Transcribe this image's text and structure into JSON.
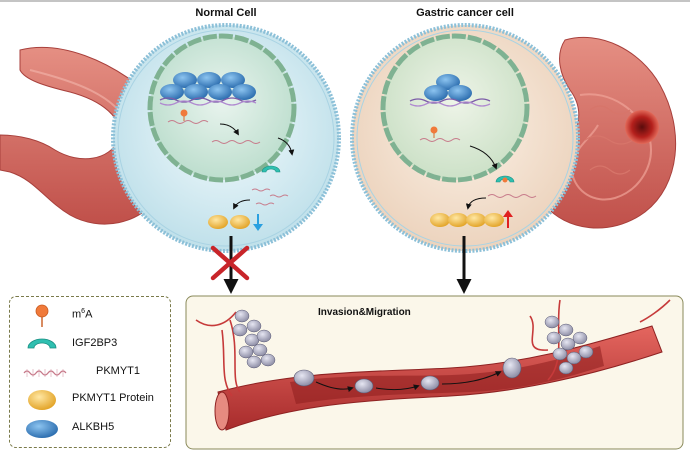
{
  "titles": {
    "normal_cell": "Normal Cell",
    "cancer_cell": "Gastric cancer cell",
    "invasion": "Invasion&Migration"
  },
  "legend": {
    "m6a_base": "m",
    "m6a_sup": "6",
    "m6a_tail": "A",
    "igf2bp3": "IGF2BP3",
    "pkmyt1": "PKMYT1",
    "pkmyt1_protein": "PKMYT1 Protein",
    "alkbh5": "ALKBH5"
  },
  "colors": {
    "alkbh5": "#3b86c8",
    "protein": "#f0b83a",
    "igf2bp3": "#2fbfb0",
    "m6a": "#f07a3a",
    "down_arrow": "#2aa0e0",
    "up_arrow": "#e02020",
    "block_cross": "#c8252a",
    "vessel": "#c63a3a"
  }
}
